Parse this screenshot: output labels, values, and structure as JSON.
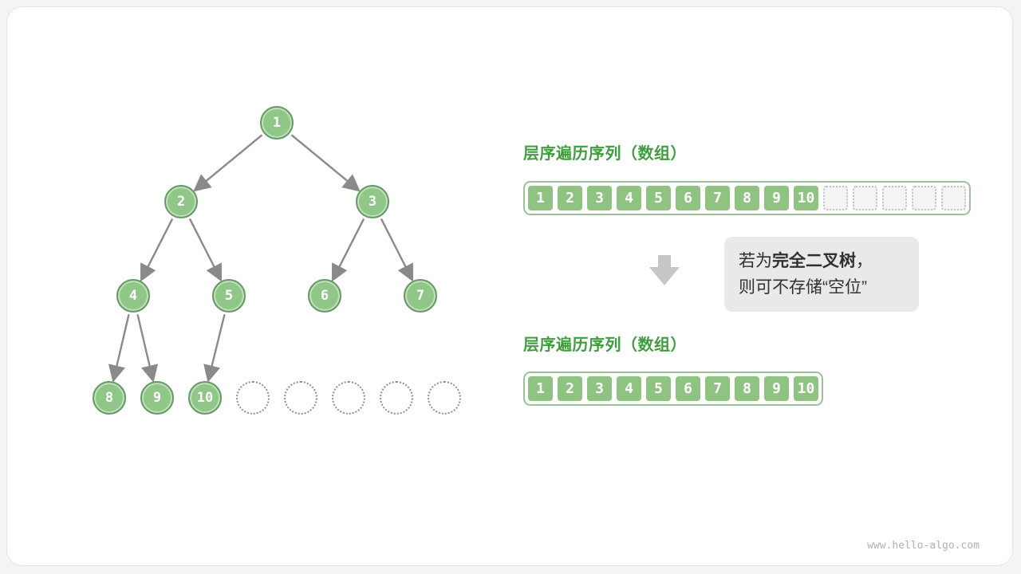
{
  "tree": {
    "node_values": [
      "1",
      "2",
      "3",
      "4",
      "5",
      "6",
      "7",
      "8",
      "9",
      "10"
    ],
    "empty_node_count": 5
  },
  "array_top": {
    "title": "层序遍历序列（数组）",
    "values": [
      "1",
      "2",
      "3",
      "4",
      "5",
      "6",
      "7",
      "8",
      "9",
      "10"
    ],
    "empty_cell_count": 5
  },
  "transition": {
    "note_prefix": "若为",
    "note_bold": "完全二叉树",
    "note_suffix": "，",
    "note_line2": "则可不存储“空位”"
  },
  "array_bottom": {
    "title": "层序遍历序列（数组）",
    "values": [
      "1",
      "2",
      "3",
      "4",
      "5",
      "6",
      "7",
      "8",
      "9",
      "10"
    ]
  },
  "page": {
    "watermark": "www.hello-algo.com"
  },
  "colors": {
    "node_fill": "#90C687",
    "node_border": "#639B63",
    "cell_fill": "#8FC382",
    "title_green": "#3F9D3F",
    "edge_gray": "#8a8a8a",
    "note_bg": "#e9e9e9"
  }
}
